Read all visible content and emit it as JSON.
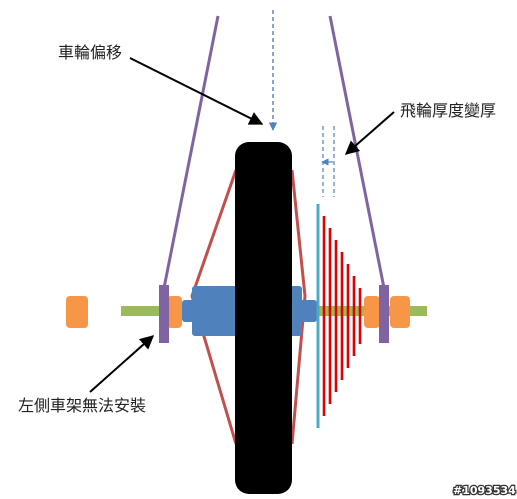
{
  "labels": {
    "wheel_offset": "車輪偏移",
    "freewheel_thicker": "飛輪厚度變厚",
    "left_frame_cannot_install": "左側車架無法安裝"
  },
  "watermark": "#1093534",
  "colors": {
    "frame": "#8064a2",
    "spokes": "#c0504d",
    "hub": "#4f81bd",
    "axle": "#9bbb59",
    "nut": "#f79646",
    "tire": "#000000",
    "cog": "#e00000",
    "plane": "#4bacc6",
    "dashed": "#4f81bd",
    "arrow": "#000000"
  },
  "cogs": {
    "count": 7
  },
  "icons": [
    "arrow-icon"
  ]
}
